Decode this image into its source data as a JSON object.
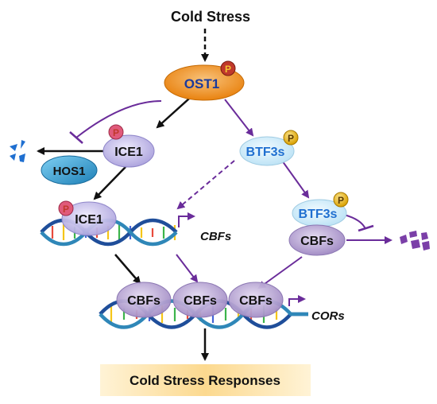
{
  "title": "Cold Stress",
  "nodes": {
    "ost1": "OST1",
    "ice1_top": "ICE1",
    "hos1": "HOS1",
    "btf3s_top": "BTF3s",
    "ice1_dna": "ICE1",
    "btf3s_complex": "BTF3s",
    "cbfs_complex": "CBFs",
    "cbfs_1": "CBFs",
    "cbfs_2": "CBFs",
    "cbfs_3": "CBFs"
  },
  "phospho": "P",
  "genes": {
    "cbfs": "CBFs",
    "cors": "CORs"
  },
  "output": "Cold Stress Responses",
  "colors": {
    "black": "#111111",
    "purple": "#6a2c9a",
    "ost1_fill": "#ef8f1a",
    "ost1_text": "#1a3a9c",
    "lavender": "#c9c3ec",
    "cbfs_fill": "#b9a6d3",
    "hos1_fill": "#3aa9dc",
    "btf3s_fill": "#d9f0fb",
    "btf3s_text": "#1f6fd0",
    "phospho_fill": "#f2c21b",
    "output_fill": "#fde3a8"
  }
}
